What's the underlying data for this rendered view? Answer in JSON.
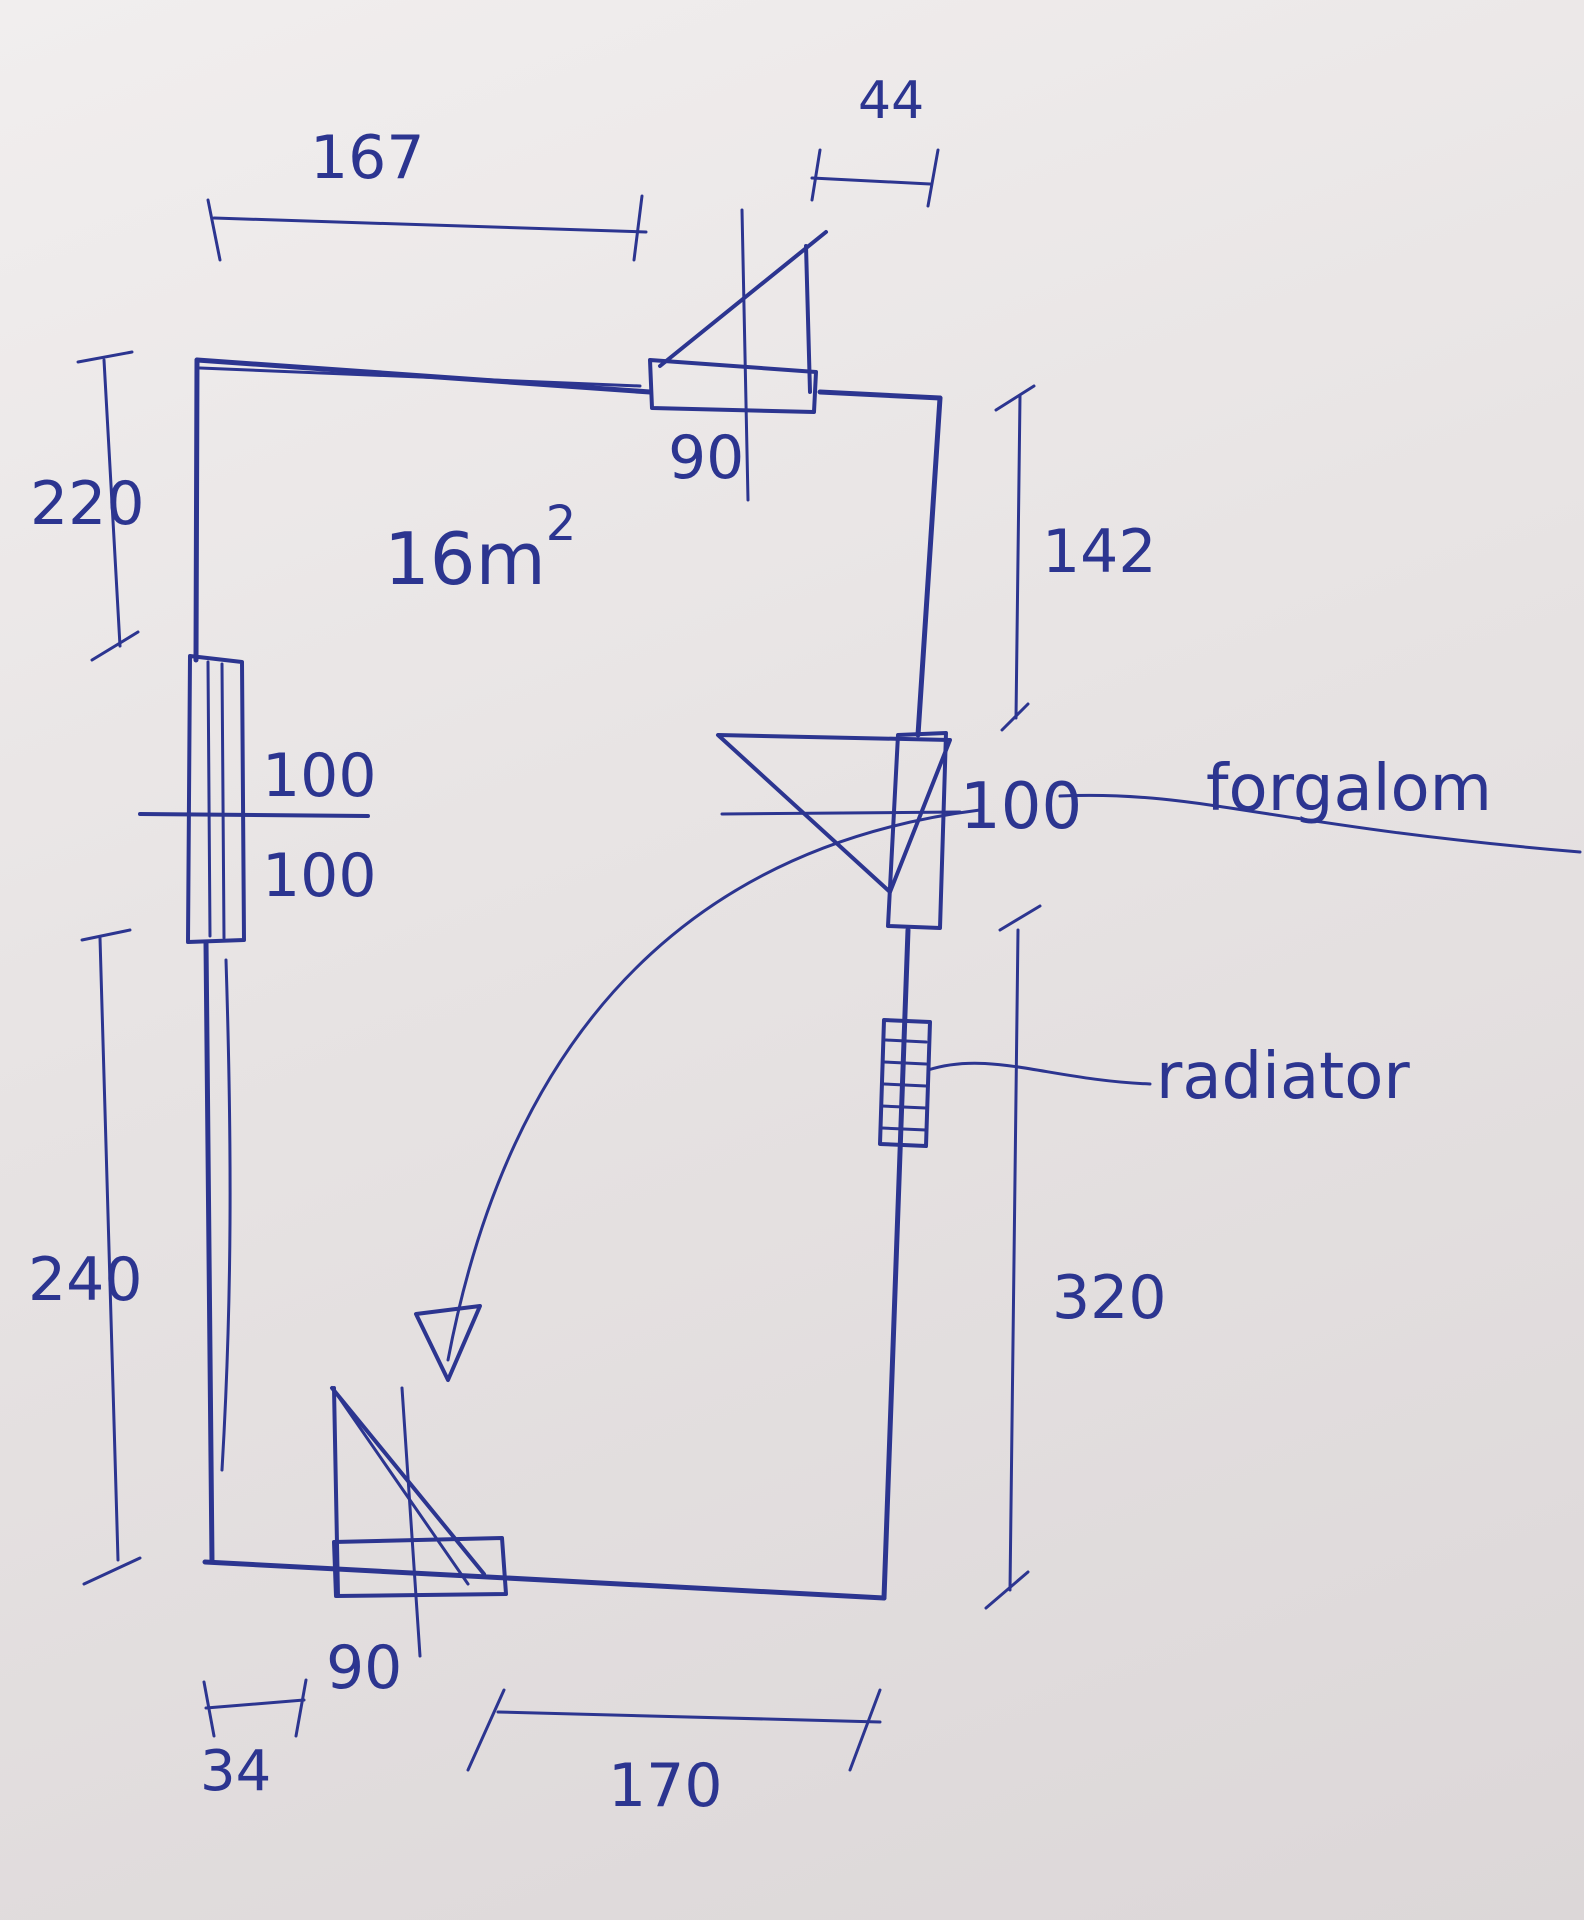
{
  "colors": {
    "paper": "#e9e5e5",
    "ink": "#2c3590"
  },
  "labels": {
    "area": "16m",
    "area_sup": "2",
    "dim_top": "167",
    "dim_top_door_offset": "44",
    "dim_top_door_width": "90",
    "dim_left_upper": "220",
    "window_top": "100",
    "window_bottom": "100",
    "dim_left_lower": "240",
    "dim_right_upper": "142",
    "dim_right_opening": "100",
    "dim_right_lower": "320",
    "dim_bottom_door_width": "90",
    "dim_bottom_left": "34",
    "dim_bottom_right": "170",
    "note_swing": "forgalom",
    "note_radiator": "radiator"
  }
}
